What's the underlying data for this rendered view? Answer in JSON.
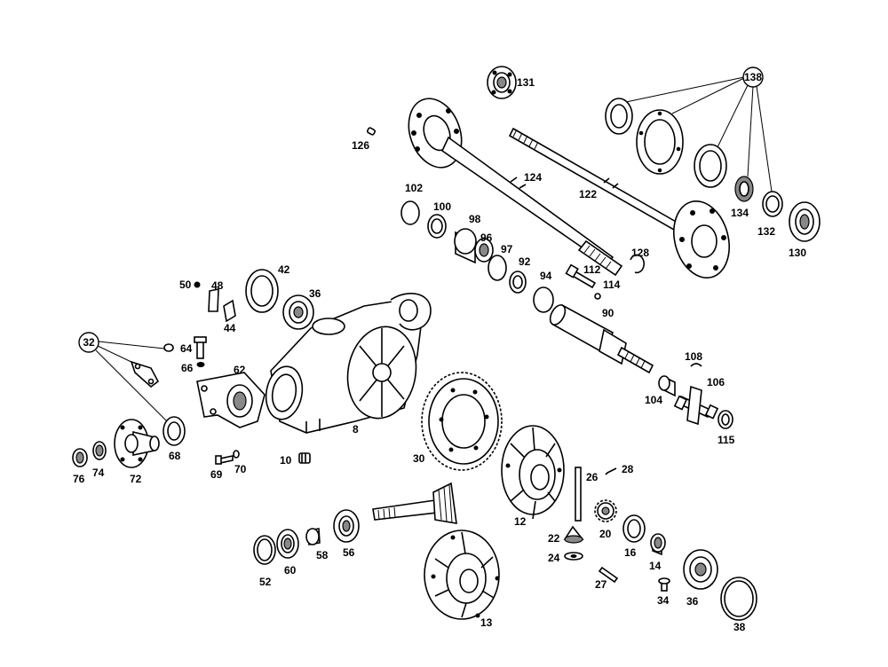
{
  "diagram": {
    "callouts": [
      "138",
      "32"
    ],
    "labels": [
      "131",
      "138",
      "126",
      "124",
      "122",
      "102",
      "100",
      "98",
      "96",
      "97",
      "92",
      "94",
      "128",
      "112",
      "114",
      "90",
      "134",
      "132",
      "130",
      "50",
      "48",
      "44",
      "42",
      "36",
      "64",
      "66",
      "62",
      "8",
      "108",
      "106",
      "104",
      "115",
      "68",
      "72",
      "74",
      "76",
      "69",
      "70",
      "10",
      "30",
      "12",
      "26",
      "28",
      "22",
      "20",
      "24",
      "16",
      "14",
      "27",
      "34",
      "36",
      "38",
      "13",
      "52",
      "60",
      "58",
      "56"
    ]
  }
}
